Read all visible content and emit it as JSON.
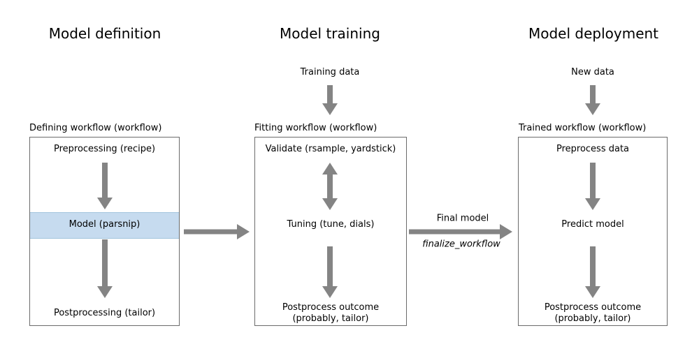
{
  "columns": [
    {
      "title": "Model definition",
      "box_label": "Defining workflow (workflow)",
      "items": {
        "top": "Preprocessing (recipe)",
        "mid": "Model (parsnip)",
        "bottom": "Postprocessing (tailor)"
      }
    },
    {
      "title": "Model training",
      "input": "Training data",
      "box_label": "Fitting workflow (workflow)",
      "items": {
        "top": "Validate (rsample, yardstick)",
        "mid": "Tuning (tune, dials)",
        "bottom_line1": "Postprocess outcome",
        "bottom_line2": "(probably, tailor)"
      }
    },
    {
      "title": "Model deployment",
      "input": "New data",
      "box_label": "Trained workflow (workflow)",
      "items": {
        "top": "Preprocess data",
        "mid": "Predict model",
        "bottom_line1": "Postprocess outcome",
        "bottom_line2": "(probably, tailor)"
      }
    }
  ],
  "connector": {
    "label": "Final model",
    "sublabel": "finalize_workflow"
  },
  "colors": {
    "background": "#ffffff",
    "text": "#000000",
    "arrow": "#848484",
    "box_border": "#6b6b6b",
    "highlight_fill": "#c6dbef",
    "highlight_border": "#a2c4dd"
  }
}
